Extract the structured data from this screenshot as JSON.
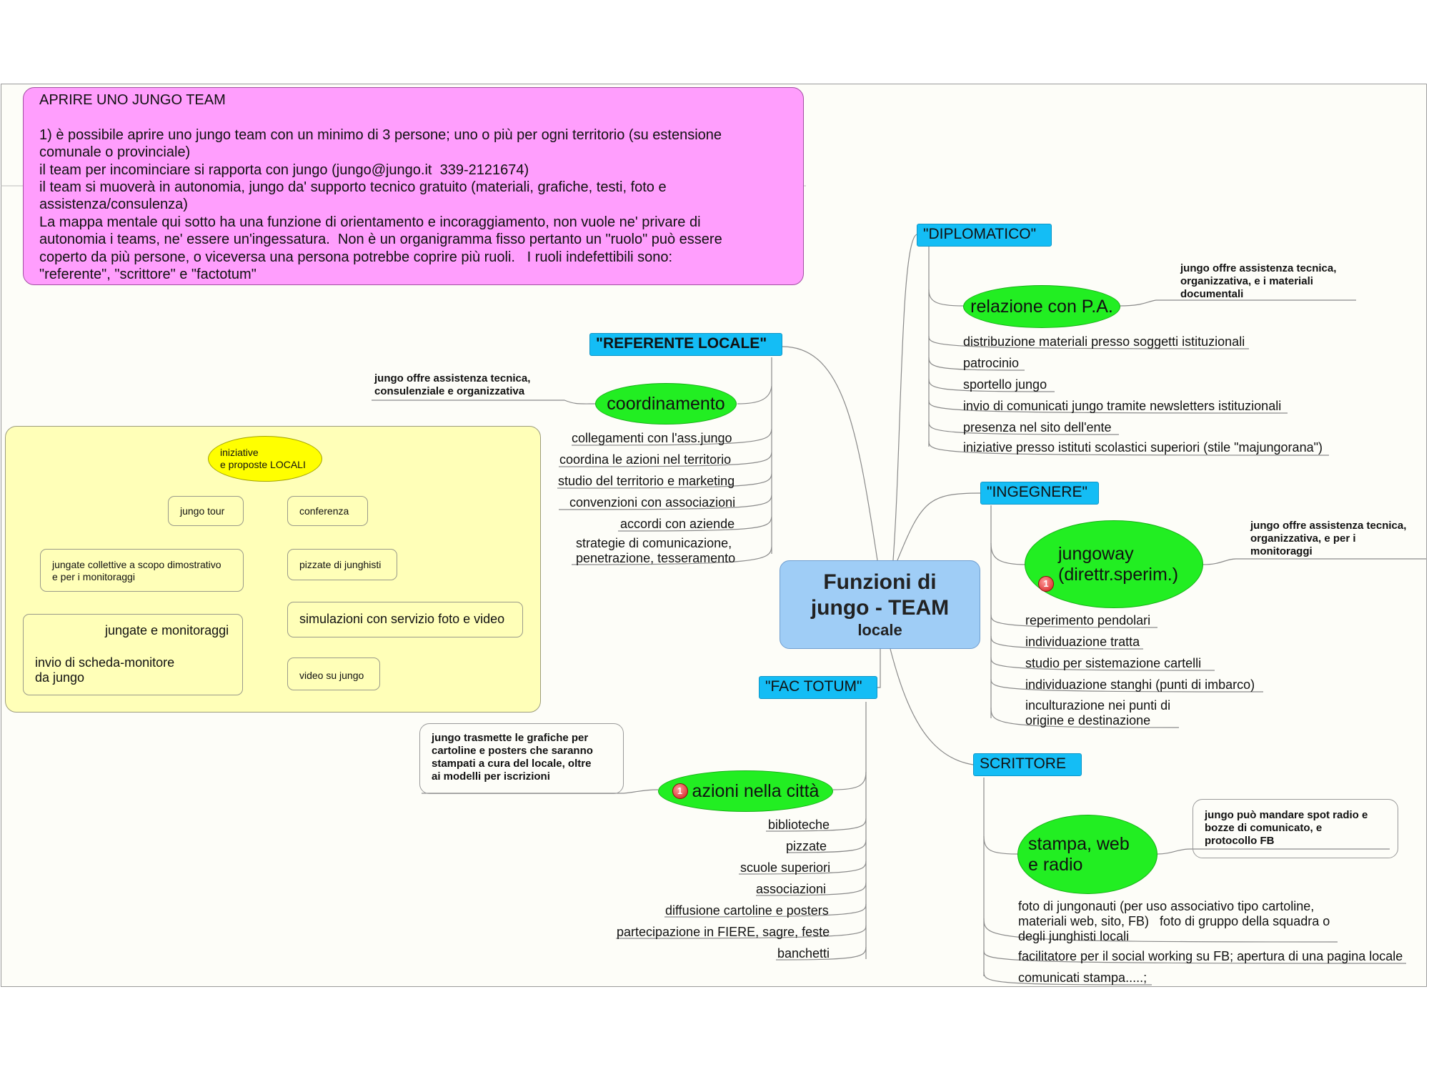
{
  "center": {
    "line1": "Funzioni di",
    "line2": "jungo - TEAM",
    "line3": "locale"
  },
  "note": {
    "text": "APRIRE UNO JUNGO TEAM\n\n1) è possibile aprire uno jungo team con un minimo di 3 persone; uno o più per ogni territorio (su estensione\ncomunale o provinciale)\nil team per incominciare si rapporta con jungo (jungo@jungo.it  339-2121674)\nil team si muoverà in autonomia, jungo da' supporto tecnico gratuito (materiali, grafiche, testi, foto e\nassistenza/consulenza)\nLa mappa mentale qui sotto ha una funzione di orientamento e incoraggiamento, non vuole ne' privare di\nautonomia i teams, ne' essere un'ingessatura.  Non è un organigramma fisso pertanto un \"ruolo\" può essere\ncoperto da più persone, o viceversa una persona potrebbe coprire più ruoli.   I ruoli indefettibili sono:\n\"referente\", \"scrittore\" e \"factotum\""
  },
  "referente": {
    "title": "\"REFERENTE LOCALE\"",
    "oval": "coordinamento",
    "callout": "jungo offre assistenza tecnica,\nconsulenziale e organizzativa",
    "items": [
      "collegamenti con l'ass.jungo",
      "coordina le azioni nel territorio",
      "studio del territorio e marketing",
      "convenzioni con associazioni",
      "accordi con aziende",
      "strategie di comunicazione,\npenetrazione, tesseramento"
    ]
  },
  "diplomatico": {
    "title": "\"DIPLOMATICO\"",
    "oval": "relazione con P.A.",
    "callout": "jungo offre assistenza tecnica,\norganizzativa, e i materiali\ndocumentali",
    "items": [
      "distribuzione materiali presso soggetti istituzionali",
      "patrocinio",
      "sportello jungo",
      "invio di comunicati jungo tramite newsletters istituzionali",
      "presenza nel sito dell'ente",
      "iniziative presso istituti scolastici superiori (stile \"majungorana\")"
    ]
  },
  "ingegnere": {
    "title": "\"INGEGNERE\"",
    "oval": "jungoway\n(direttr.sperim.)",
    "badge": "1",
    "callout": "jungo offre assistenza tecnica,\norganizzativa, e per i\nmonitoraggi",
    "items": [
      "reperimento pendolari",
      "individuazione tratta",
      "studio per sistemazione cartelli",
      "individuazione stanghi (punti di imbarco)",
      "inculturazione nei punti di\norigine e destinazione"
    ]
  },
  "factotum": {
    "title": "\"FAC TOTUM\"",
    "oval": "azioni nella città",
    "badge": "1",
    "callout": "jungo trasmette le grafiche per\ncartoline e posters che saranno\nstampati a cura del locale, oltre\nai modelli per iscrizioni",
    "items": [
      "biblioteche",
      "pizzate",
      "scuole superiori",
      "associazioni",
      "diffusione cartoline e posters",
      "partecipazione in FIERE, sagre, feste",
      "banchetti"
    ]
  },
  "scrittore": {
    "title": "SCRITTORE",
    "oval": "stampa, web\ne radio",
    "callout": "jungo può mandare spot radio e\nbozze di comunicato, e\nprotocollo FB",
    "items": [
      "foto di jungonauti (per uso associativo tipo cartoline,\nmateriali web, sito, FB)   foto di gruppo della squadra o\ndegli junghisti locali",
      "facilitatore per il social working su FB; apertura di una pagina locale",
      "comunicati stampa.....;"
    ]
  },
  "locali": {
    "root": "iniziative\ne proposte LOCALI",
    "jungo_tour": "jungo tour",
    "conferenza": "conferenza",
    "jungate_collettive": "jungate collettive a scopo dimostrativo\ne per i monitoraggi",
    "pizzate": "pizzate di junghisti",
    "simulazioni": "simulazioni con servizio foto e video",
    "jungate_monitoraggi": "jungate e monitoraggi",
    "invio_scheda": "invio di scheda-monitore\nda jungo",
    "video": "video su jungo"
  },
  "colors": {
    "topic": "#14bdf5",
    "oval": "#22ee22",
    "center": "#9fcdf6",
    "note": "#ff9efd",
    "panel": "#ffffb8",
    "yellow_oval": "#ffff00"
  }
}
